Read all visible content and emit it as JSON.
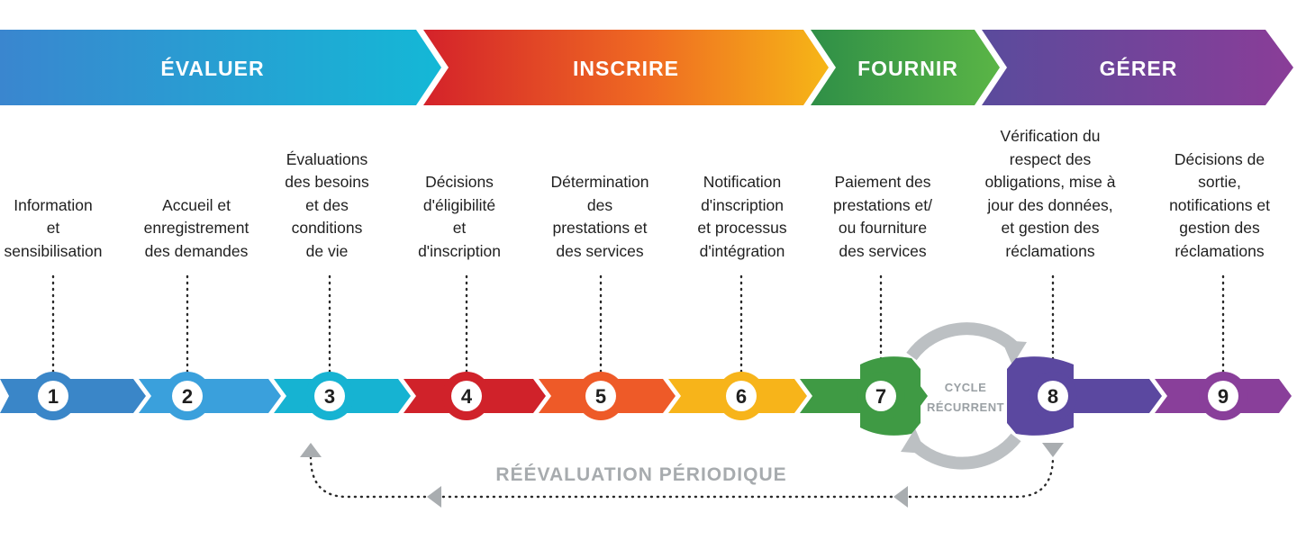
{
  "phases": [
    {
      "label": "ÉVALUER",
      "colors": [
        "#3a86cf",
        "#14b8d6"
      ]
    },
    {
      "label": "INSCRIRE",
      "colors": [
        "#d4222a",
        "#f6b617"
      ]
    },
    {
      "label": "FOURNIR",
      "colors": [
        "#2f8f47",
        "#5ab546"
      ]
    },
    {
      "label": "GÉRER",
      "colors": [
        "#5a4b9c",
        "#8a3d98"
      ]
    }
  ],
  "steps": [
    {
      "number": "1",
      "description": "Information\net\nsensibilisation",
      "color": "#3a86c8"
    },
    {
      "number": "2",
      "description": "Accueil et\nenregistrement\ndes demandes",
      "color": "#3aa0dc"
    },
    {
      "number": "3",
      "description": "Évaluations\ndes besoins\net des\nconditions\nde vie",
      "color": "#16b3d2"
    },
    {
      "number": "4",
      "description": "Décisions\nd'éligibilité\net\nd'inscription",
      "color": "#d0222a"
    },
    {
      "number": "5",
      "description": "Détermination\ndes\nprestations et\ndes services",
      "color": "#ee5a28"
    },
    {
      "number": "6",
      "description": "Notification\nd'inscription\net processus\nd'intégration",
      "color": "#f7b41a"
    },
    {
      "number": "7",
      "description": "Paiement des\nprestations et/\nou fourniture\ndes services",
      "color": "#3f9a44"
    },
    {
      "number": "8",
      "description": "Vérification du\nrespect des\nobligations, mise à\njour des données,\net gestion des\nréclamations",
      "color": "#5b48a0"
    },
    {
      "number": "9",
      "description": "Décisions de\nsortie,\nnotifications et\ngestion des\nréclamations",
      "color": "#893f9a"
    }
  ],
  "cycle": {
    "line1": "CYCLE",
    "line2": "RÉCURRENT",
    "color": "#bcc0c3"
  },
  "reevaluation": {
    "label": "RÉÉVALUATION PÉRIODIQUE",
    "color": "#a9adb0"
  }
}
